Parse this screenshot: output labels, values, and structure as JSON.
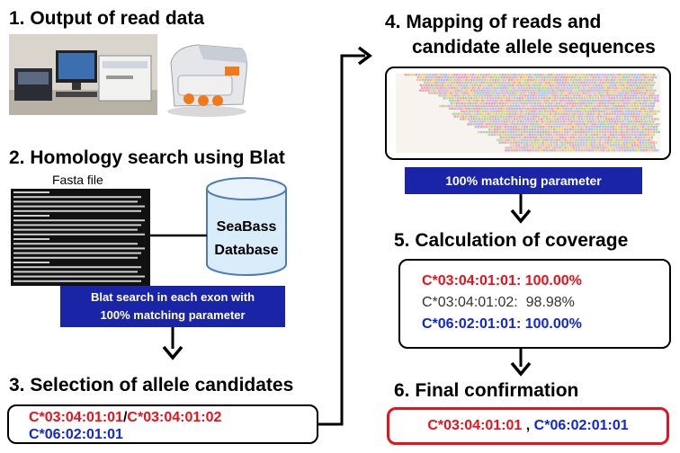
{
  "steps": {
    "s1": {
      "title": "1. Output of read data"
    },
    "s2": {
      "title": "2. Homology search using Blat",
      "fasta_label": "Fasta file",
      "database_line1": "SeaBass",
      "database_line2": "Database",
      "blat_line1": "Blat search in each exon with",
      "blat_line2": "100% matching parameter"
    },
    "s3": {
      "title": "3. Selection of allele candidates",
      "candidate_a": "C*03:04:01:01",
      "candidate_sep": "/",
      "candidate_b": "C*03:04:01:02",
      "candidate_c": "C*06:02:01:01"
    },
    "s4": {
      "title_line1": "4. Mapping of reads and",
      "title_line2": "candidate allele sequences",
      "param_label": "100% matching parameter"
    },
    "s5": {
      "title": "5. Calculation of coverage",
      "rows": [
        {
          "allele": "C*03:04:01:01:",
          "value": "100.00%",
          "color": "#e8121b"
        },
        {
          "allele": "C*03:04:01:02:",
          "value": "98.98%",
          "color": "#333333"
        },
        {
          "allele": "C*06:02:01:01:",
          "value": "100.00%",
          "color": "#1226d6"
        }
      ]
    },
    "s6": {
      "title": "6. Final confirmation",
      "allele_a": "C*03:04:01:01",
      "sep": ",",
      "allele_b": "C*06:02:01:01"
    }
  },
  "colors": {
    "red": "#e8121b",
    "blue": "#1226d6",
    "navy_bar": "#1a24a6",
    "grey": "#333333"
  },
  "icons": [
    "desktop-sequencer-icon",
    "benchtop-sequencer-icon",
    "database-cylinder-icon"
  ]
}
